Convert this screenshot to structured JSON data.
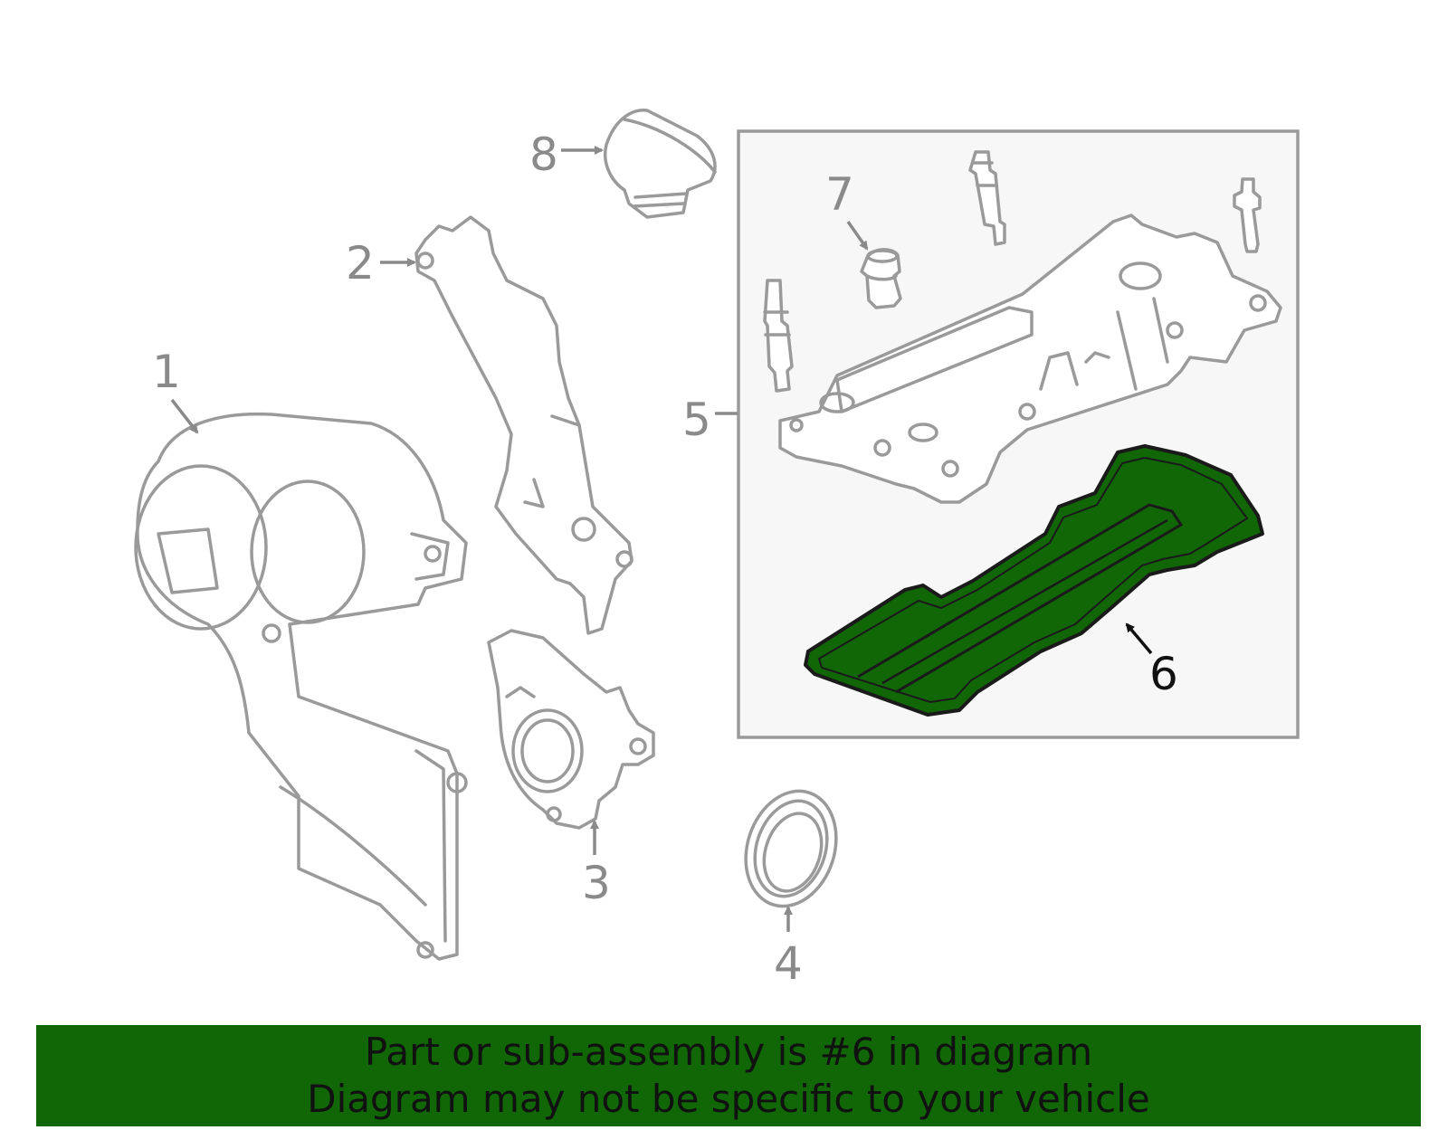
{
  "callouts": {
    "c1": "1",
    "c2": "2",
    "c3": "3",
    "c4": "4",
    "c5": "5",
    "c6": "6",
    "c7": "7",
    "c8": "8"
  },
  "highlight": {
    "part": "6",
    "color": "#116606"
  },
  "banner": {
    "line1": "Part or sub-assembly is #6 in diagram",
    "line2": "Diagram may not be specific to your vehicle",
    "background": "#116606"
  }
}
